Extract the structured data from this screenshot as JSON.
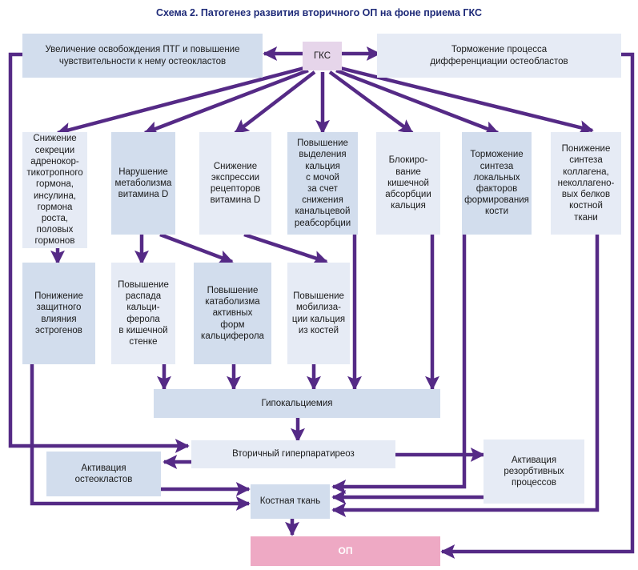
{
  "title": "Схема 2. Патогенез развития вторичного ОП на фоне приема ГКС",
  "colors": {
    "arrow": "#552a86",
    "box_light": "#e6ebf5",
    "box_mid": "#d2dded",
    "box_gks": "#e6d5ea",
    "box_op": "#eea9c4",
    "title": "#1e2a78"
  },
  "nodes": {
    "gks": "ГКС",
    "ptg": "Увеличение освобождения ПТГ и повышение\nчувствительности к нему остеокластов",
    "osteoblast": "Торможение процесса\nдифференциации остеобластов",
    "hormones": "Снижение\nсекреции\nадренокор-\nтикотропного\nгормона,\nинсулина,\nгормона\nроста,\nполовых\nгормонов",
    "vitd_metab": "Нарушение\nметаболизма\nвитамина D",
    "vitd_receptors": "Снижение\nэкспрессии\nрецепторов\nвитамина D",
    "urine_ca": "Повышение\nвыделения\nкальция\nс мочой\nза счет\nснижения\nканальцевой\nреабсорбции",
    "intestinal": "Блокиро-\nвание\nкишечной\nабсорбции\nкальция",
    "local_factors": "Торможение\nсинтеза\nлокальных\nфакторов\nформирования\nкости",
    "collagen": "Понижение\nсинтеза\nколлагена,\nнеколлагено-\nвых белков\nкостной\nткани",
    "estrogen": "Понижение\nзащитного\nвлияния\nэстрогенов",
    "calciferol_decay": "Повышение\nраспада\nкальци-\nферола\nв кишечной\nстенке",
    "catabolism": "Повышение\nкатаболизма\nактивных\nформ\nкальциферола",
    "mobilization": "Повышение\nмобилиза-\nции кальция\nиз костей",
    "hypocalcemia": "Гипокальциемия",
    "hyperparathyroidism": "Вторичный гиперпаратиреоз",
    "osteoclast_activation": "Активация\nостеокластов",
    "resorptive": "Активация\nрезорбтивных\nпроцессов",
    "bone_tissue": "Костная ткань",
    "op": "ОП"
  },
  "edges": [
    [
      "gks",
      "ptg"
    ],
    [
      "gks",
      "osteoblast"
    ],
    [
      "gks",
      "hormones"
    ],
    [
      "gks",
      "vitd_metab"
    ],
    [
      "gks",
      "vitd_receptors"
    ],
    [
      "gks",
      "urine_ca"
    ],
    [
      "gks",
      "intestinal"
    ],
    [
      "gks",
      "local_factors"
    ],
    [
      "gks",
      "collagen"
    ],
    [
      "hormones",
      "estrogen"
    ],
    [
      "vitd_metab",
      "calciferol_decay"
    ],
    [
      "vitd_metab",
      "catabolism"
    ],
    [
      "vitd_receptors",
      "mobilization"
    ],
    [
      "calciferol_decay",
      "hypocalcemia"
    ],
    [
      "catabolism",
      "hypocalcemia"
    ],
    [
      "mobilization",
      "hypocalcemia"
    ],
    [
      "urine_ca",
      "hypocalcemia"
    ],
    [
      "intestinal",
      "hypocalcemia"
    ],
    [
      "hypocalcemia",
      "hyperparathyroidism"
    ],
    [
      "ptg",
      "hyperparathyroidism"
    ],
    [
      "hyperparathyroidism",
      "osteoclast_activation"
    ],
    [
      "hyperparathyroidism",
      "resorptive"
    ],
    [
      "osteoclast_activation",
      "bone_tissue"
    ],
    [
      "estrogen",
      "bone_tissue"
    ],
    [
      "local_factors",
      "bone_tissue"
    ],
    [
      "resorptive",
      "bone_tissue"
    ],
    [
      "collagen",
      "bone_tissue"
    ],
    [
      "bone_tissue",
      "op"
    ],
    [
      "osteoblast",
      "op"
    ]
  ]
}
